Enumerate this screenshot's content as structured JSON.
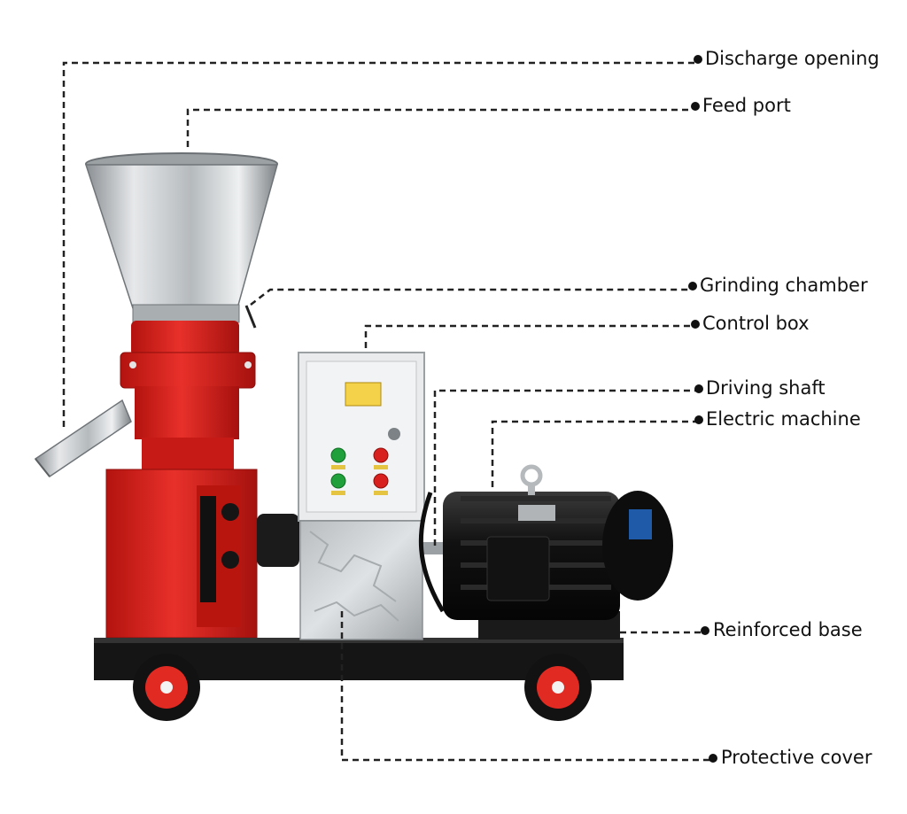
{
  "callouts": [
    {
      "key": "discharge_opening",
      "label": "Discharge opening"
    },
    {
      "key": "feed_port",
      "label": "Feed port"
    },
    {
      "key": "grinding_chamber",
      "label": "Grinding chamber"
    },
    {
      "key": "control_box",
      "label": "Control box"
    },
    {
      "key": "driving_shaft",
      "label": "Driving shaft"
    },
    {
      "key": "electric_machine",
      "label": "Electric machine"
    },
    {
      "key": "reinforced_base",
      "label": "Reinforced base"
    },
    {
      "key": "protective_cover",
      "label": "Protective cover"
    }
  ],
  "colors": {
    "body_red": "#d8201e",
    "dark_red": "#a8120f",
    "steel": "#c9ccce",
    "frame_black": "#141414",
    "motor_blue": "#1e5aa8",
    "leader_line": "#222222"
  }
}
